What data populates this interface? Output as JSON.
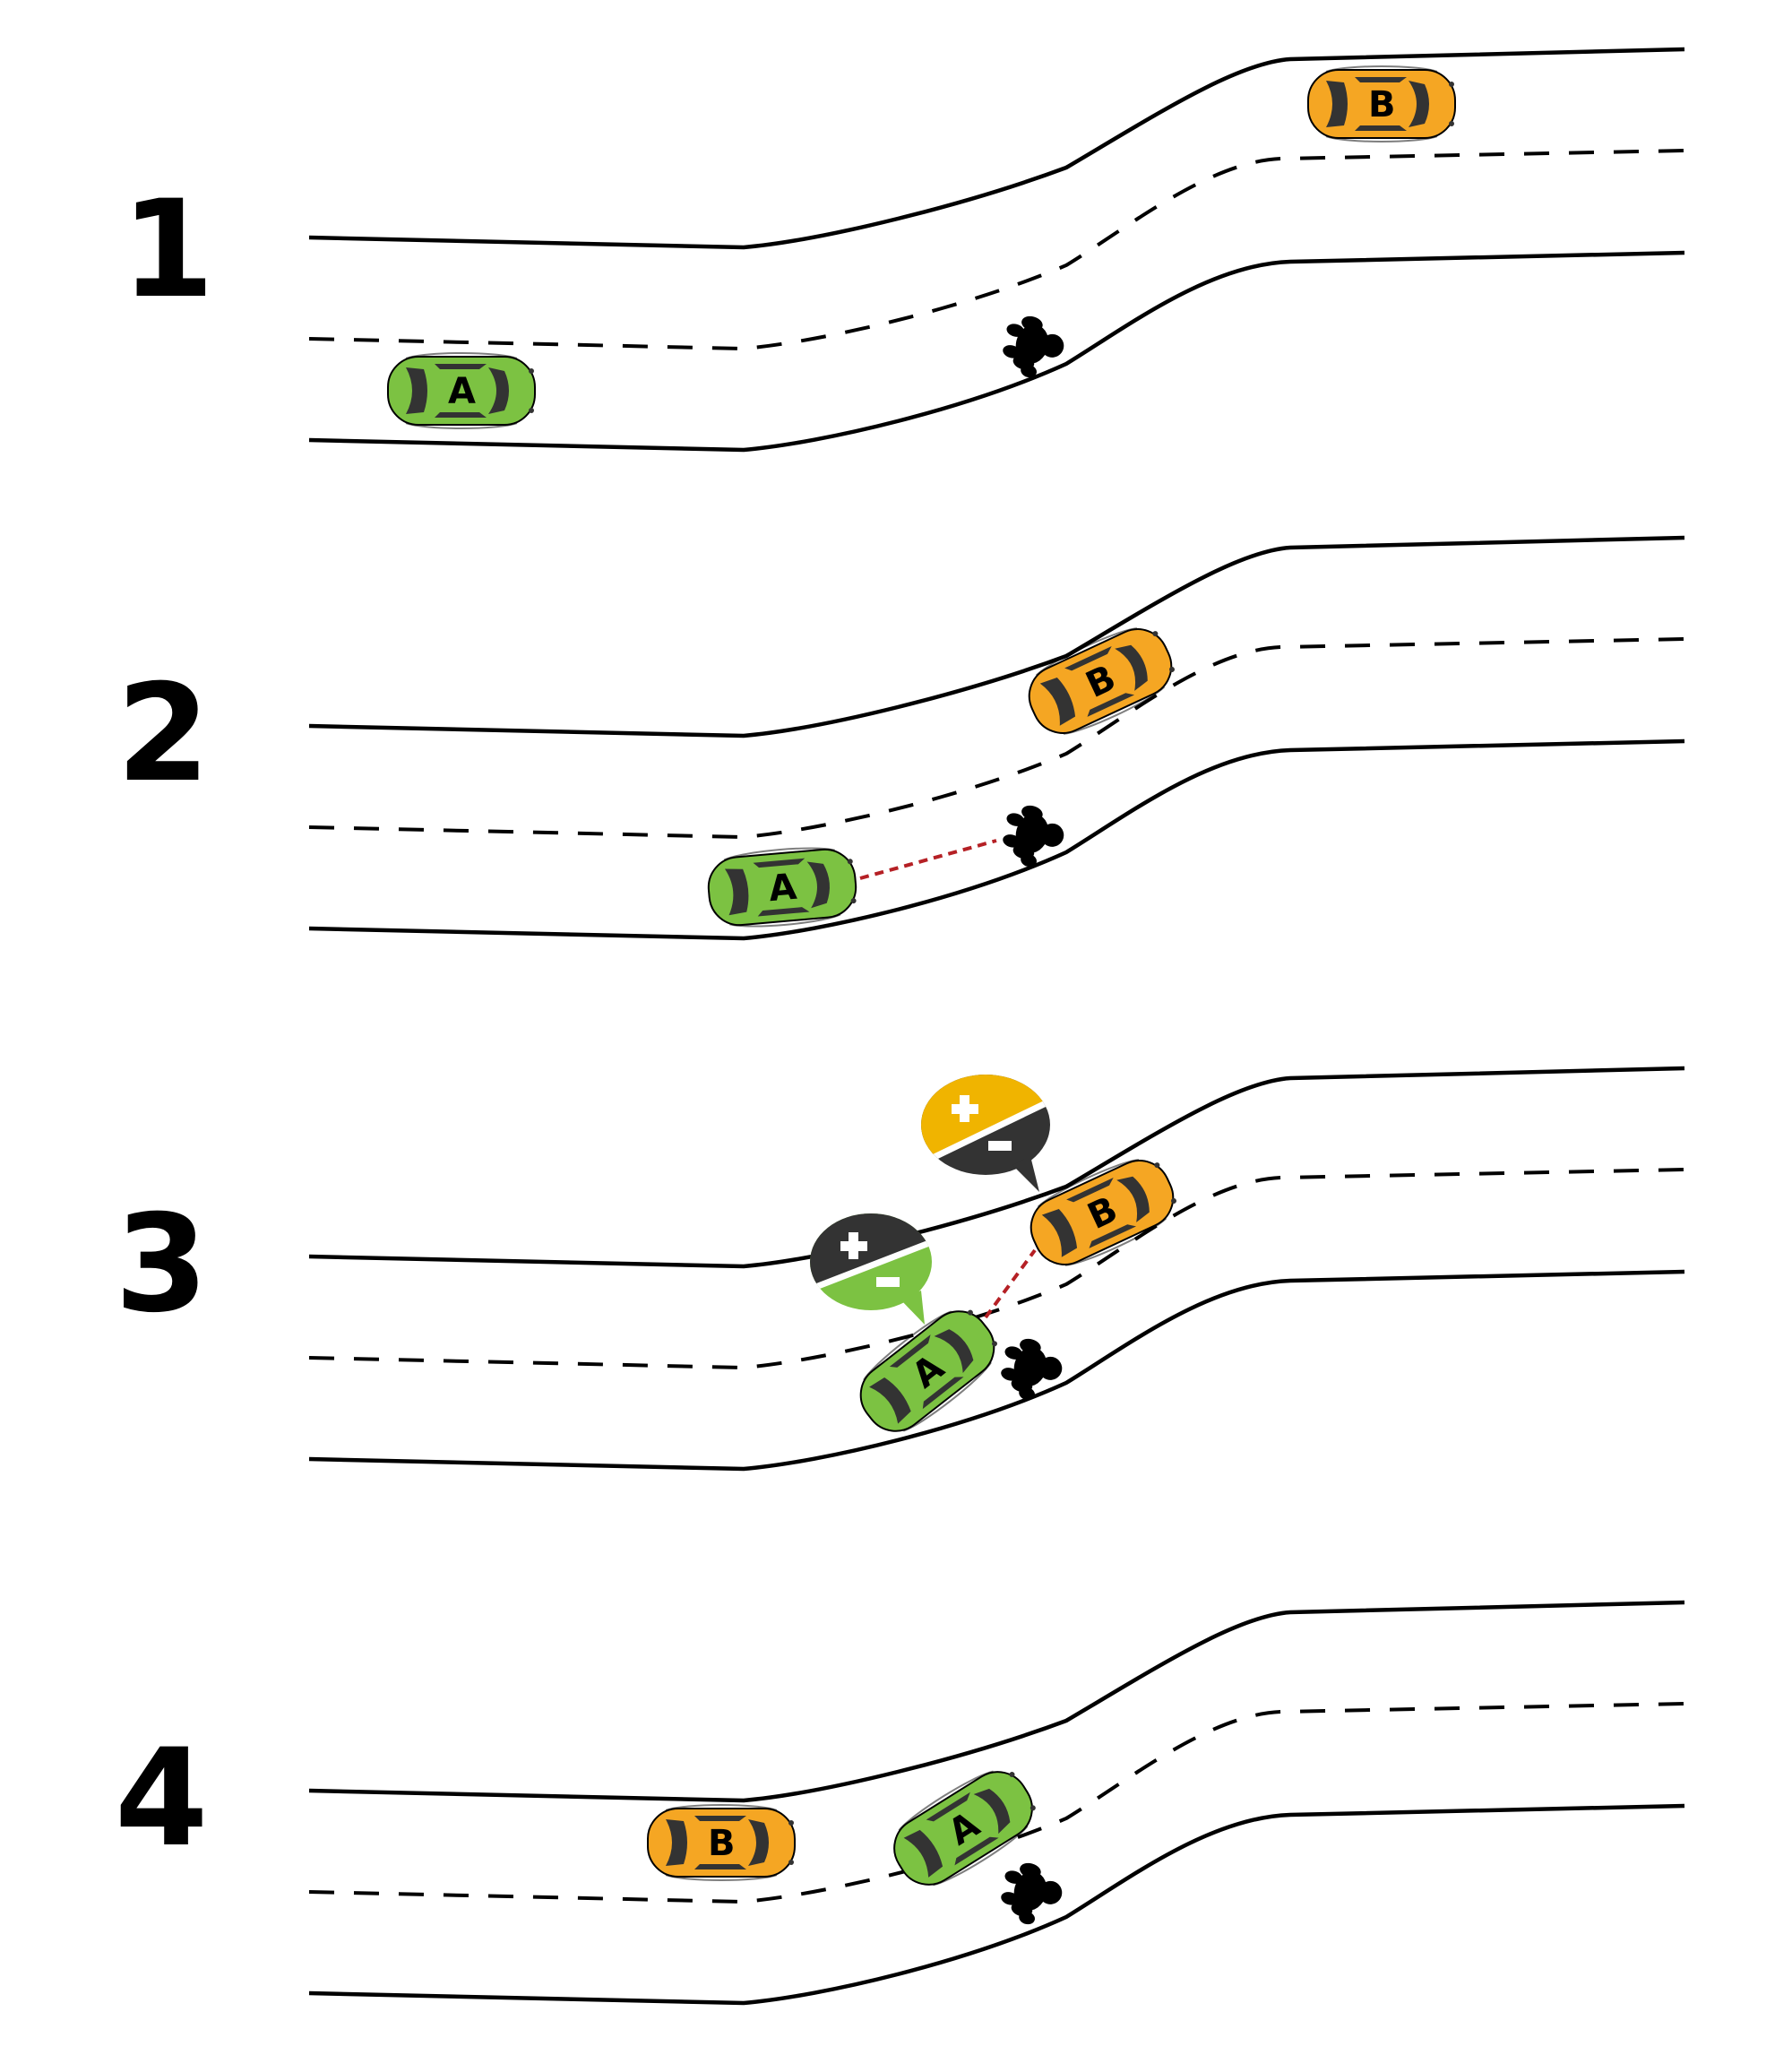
{
  "colors": {
    "car_a": "#7cc242",
    "car_b": "#f5a623",
    "bubble_yellow": "#f0b400",
    "bubble_dark": "#333333",
    "bubble_green": "#7cc242",
    "intent_line": "#b52025"
  },
  "panels": [
    {
      "label": "1"
    },
    {
      "label": "2"
    },
    {
      "label": "3"
    },
    {
      "label": "4"
    }
  ],
  "car_a_label": "A",
  "car_b_label": "B",
  "icons": {
    "pedestrian": "pedestrian-icon",
    "plus": "plus-icon",
    "minus": "minus-icon"
  }
}
